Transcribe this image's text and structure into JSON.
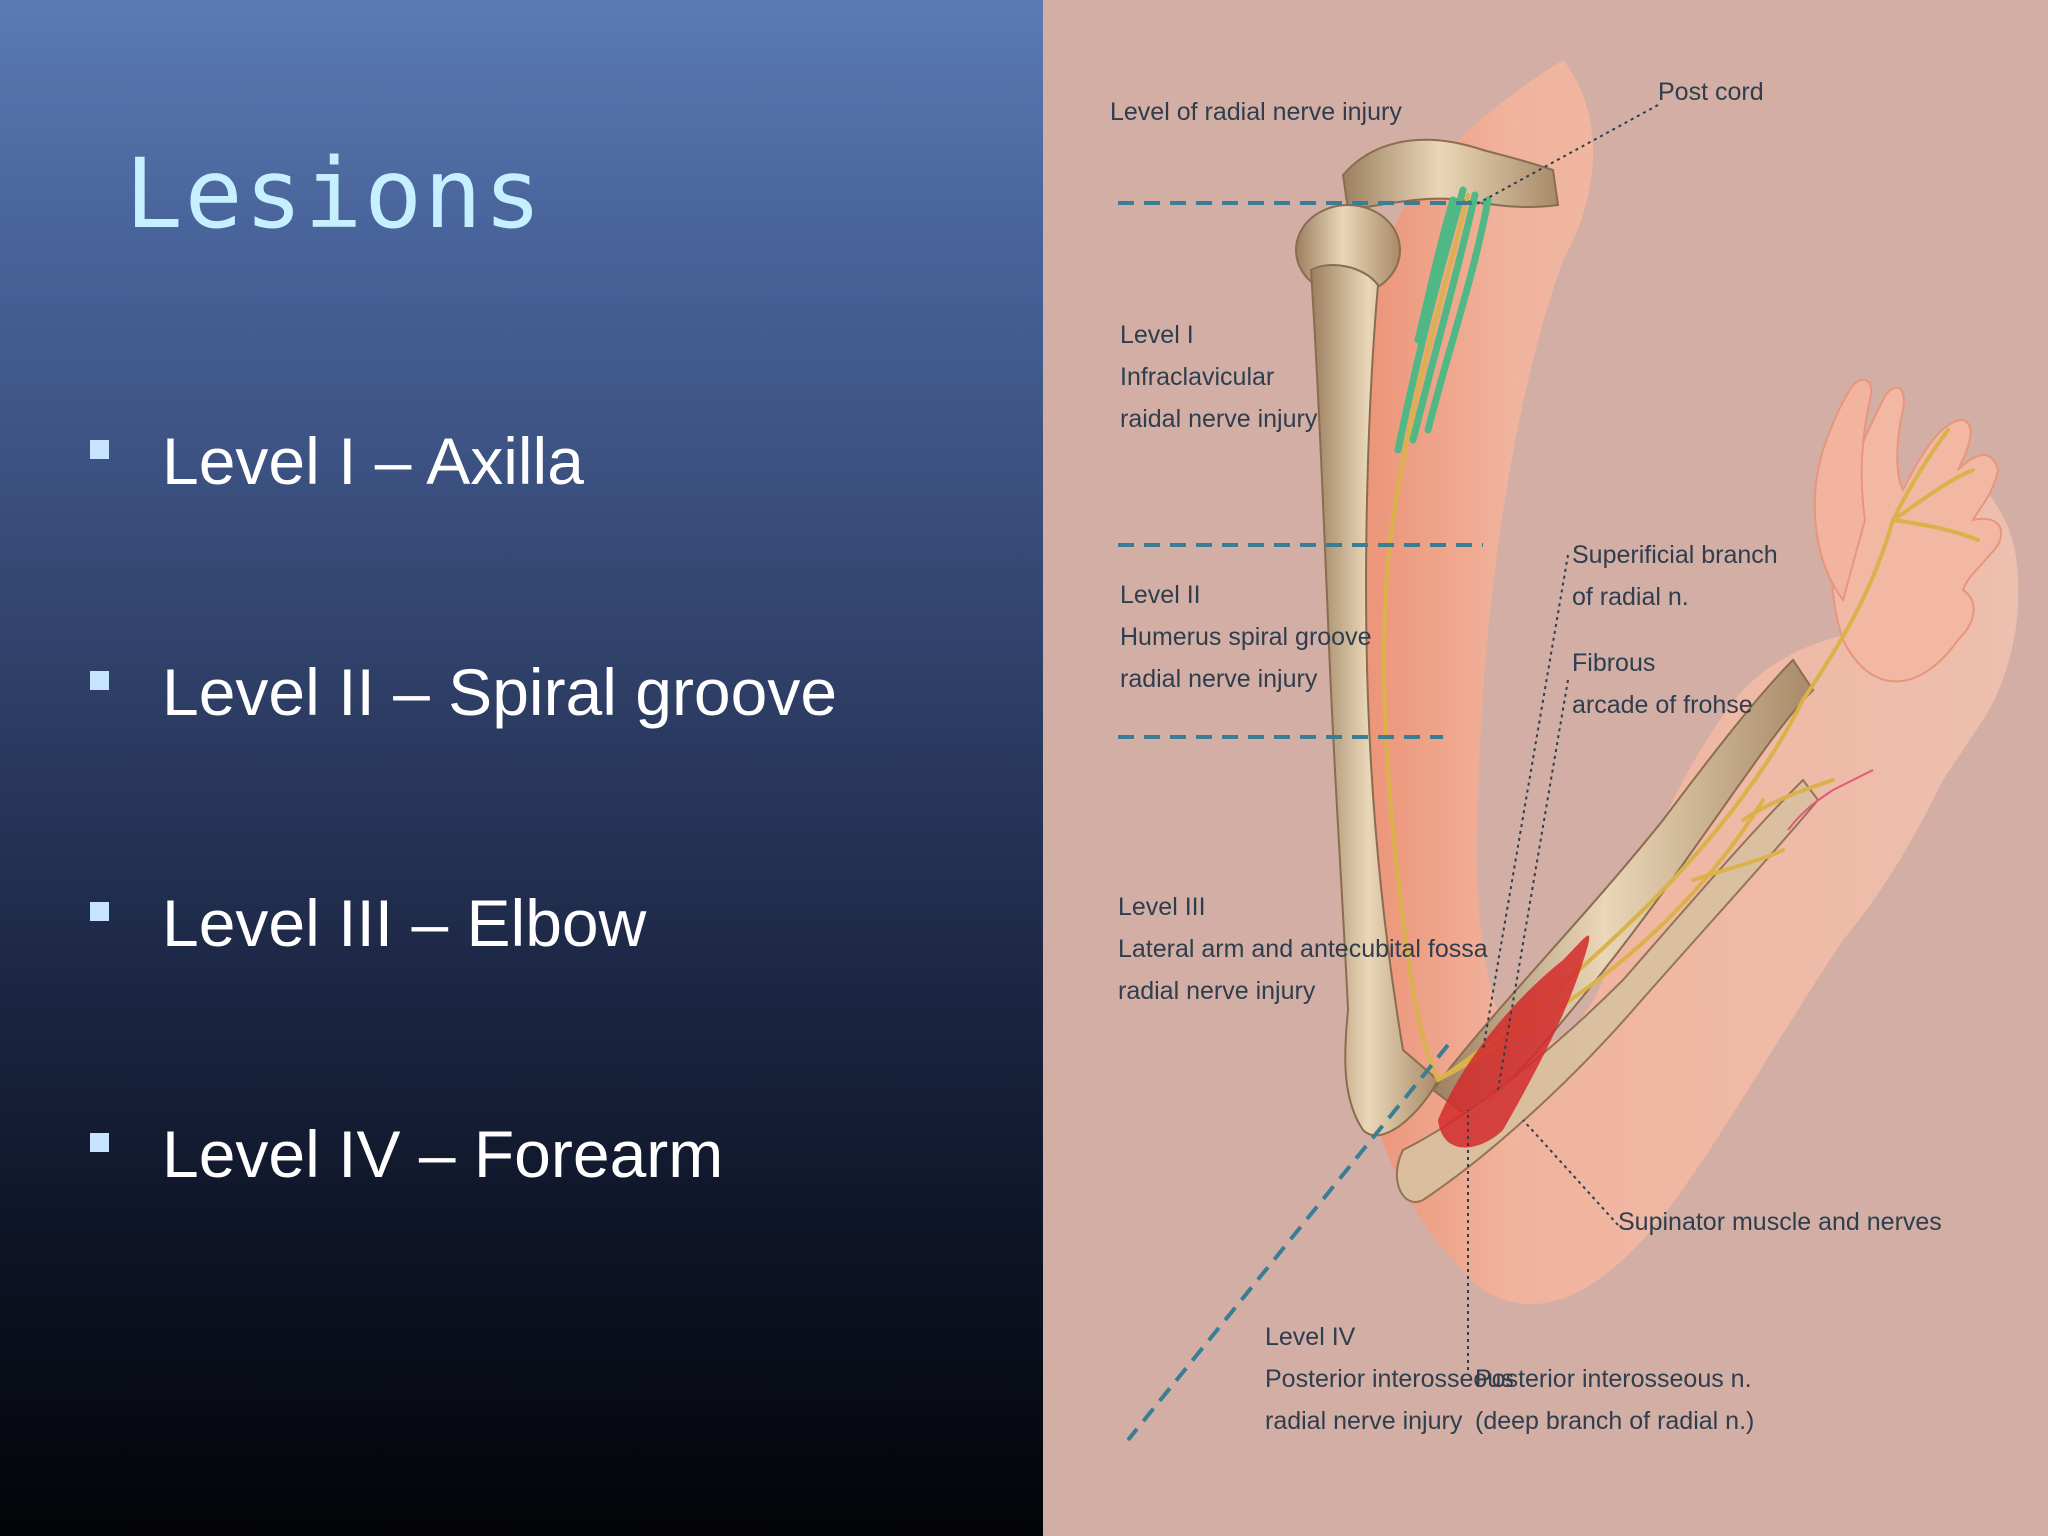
{
  "slide": {
    "title": "Lesions",
    "bullets": [
      "Level I – Axilla",
      "Level II – Spiral groove",
      "Level III – Elbow",
      "Level IV – Forearm"
    ]
  },
  "figure": {
    "labels": {
      "level_radial_injury": "Level of radial nerve injury",
      "post_cord": "Post cord",
      "level1": [
        "Level I",
        "Infraclavicular",
        "raidal nerve injury"
      ],
      "level2": [
        "Level II",
        "Humerus spiral groove",
        "radial nerve injury"
      ],
      "level3": [
        "Level III",
        "Lateral arm and antecubital fossa",
        "radial nerve injury"
      ],
      "level4": [
        "Level IV",
        "Posterior interosseous",
        "radial nerve injury"
      ],
      "superficial_branch": [
        "Superificial branch",
        "of radial n."
      ],
      "fibrous_arcade": [
        "Fibrous",
        "arcade of frohse"
      ],
      "supinator": "Supinator muscle and nerves",
      "posterior_interosseous": [
        "Posterior interosseous n.",
        "(deep branch of radial n.)"
      ]
    }
  },
  "colors": {
    "title": "#c6f0ff",
    "bullet_text": "#ffffff",
    "bullet_marker": "#c6e4ff",
    "figure_background": "#d2aea4",
    "dashed_line": "#3a7e95",
    "nerve": "#d9b24a",
    "plexus": "#4fb884",
    "muscle": "#d32a2a"
  }
}
